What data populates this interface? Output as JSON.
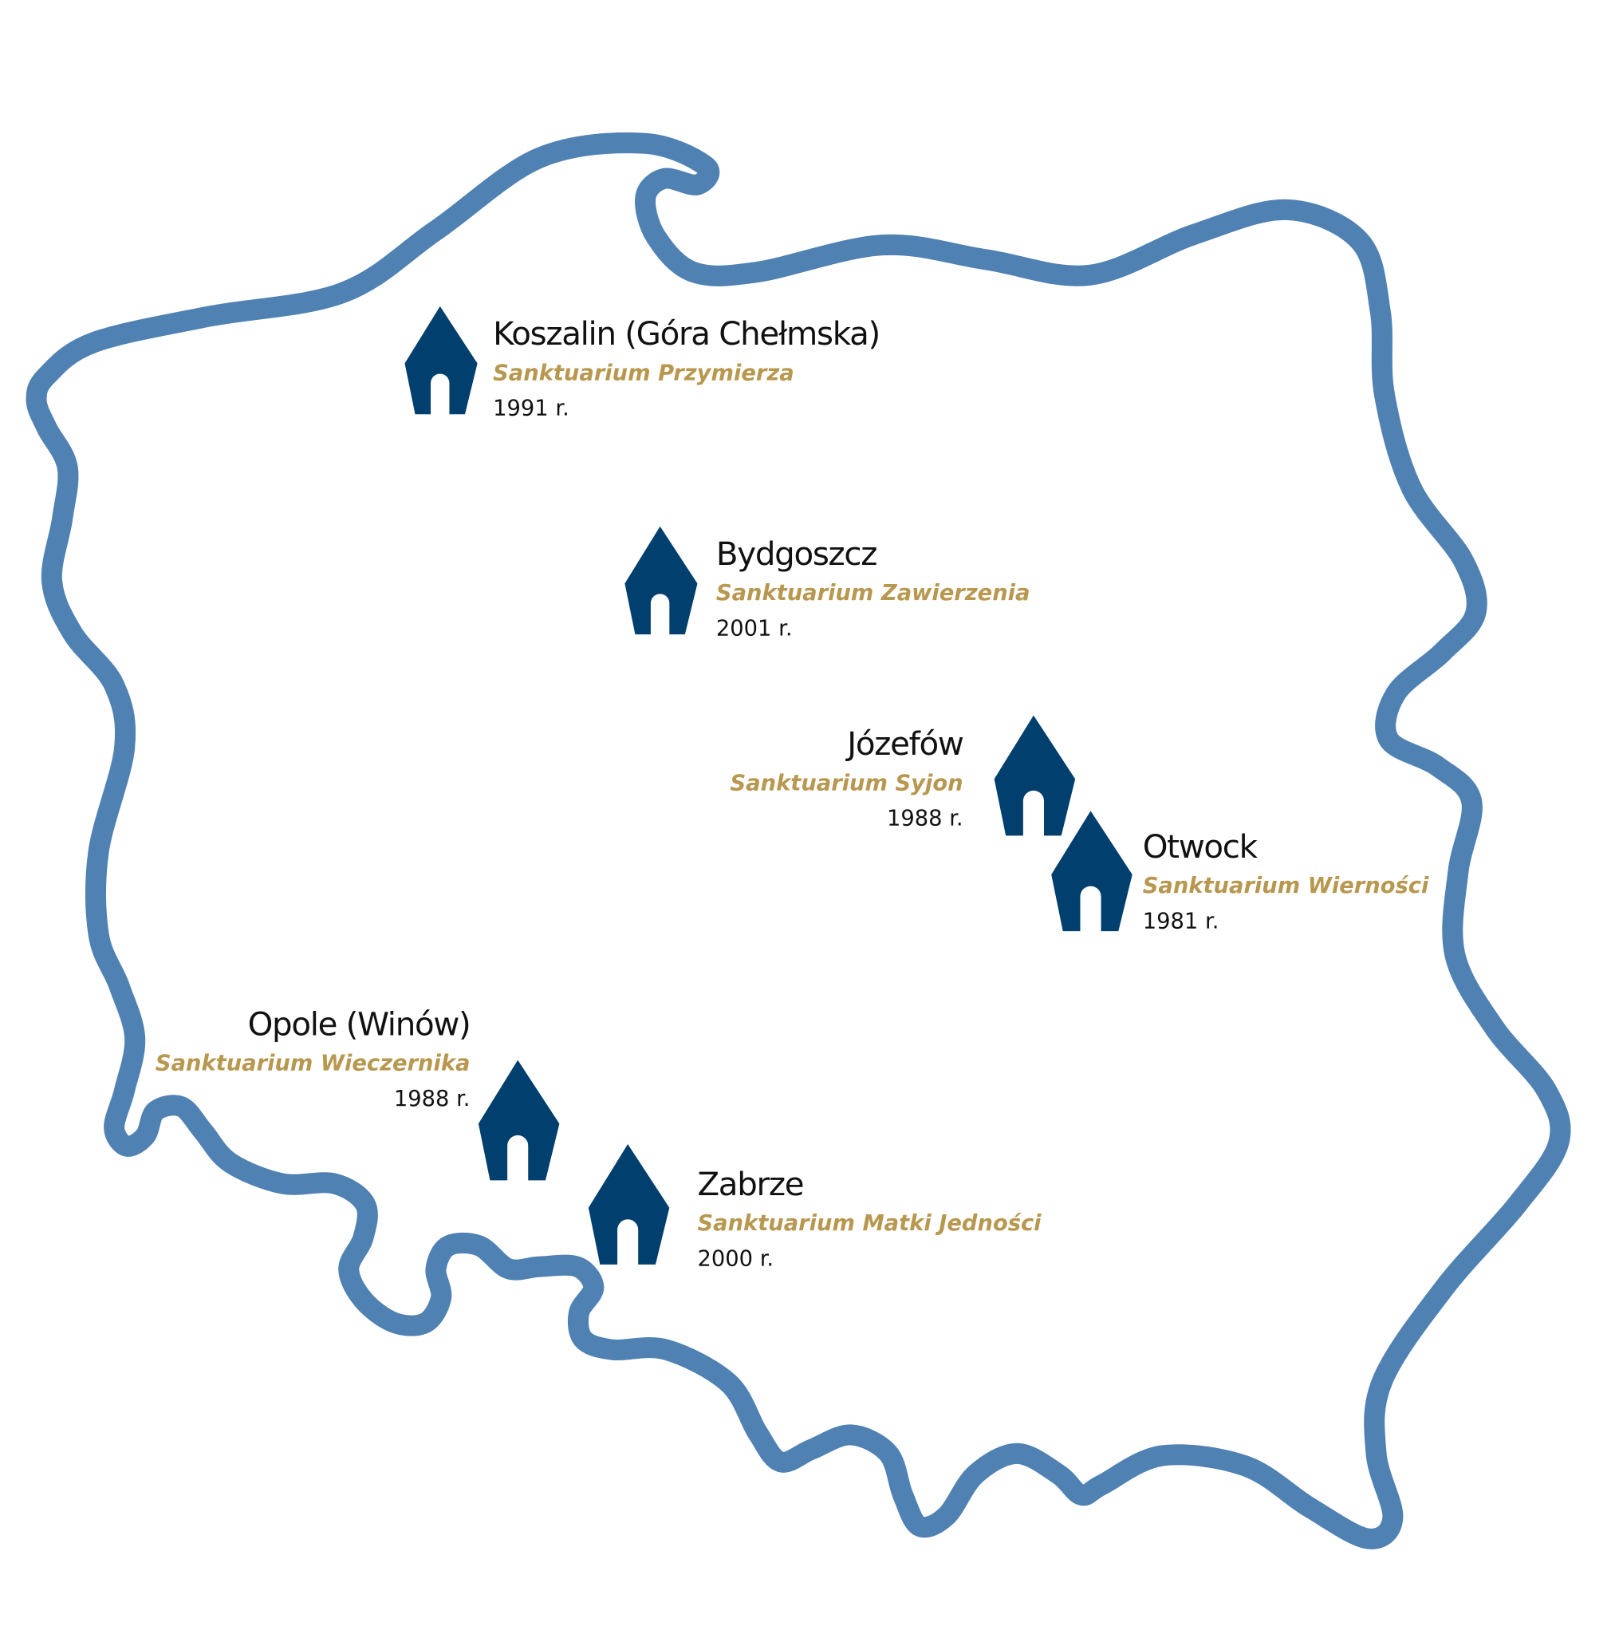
{
  "colors": {
    "outline": "#4f81b3",
    "icon": "#003f6e",
    "subtitle": "#b8974f",
    "text": "#111111"
  },
  "places": [
    {
      "city": "Koszalin (Góra Chełmska)",
      "sanctuary": "Sanktuarium Przymierza",
      "year": "1991 r.",
      "icon": "church-icon"
    },
    {
      "city": "Bydgoszcz",
      "sanctuary": "Sanktuarium Zawierzenia",
      "year": "2001 r.",
      "icon": "church-icon"
    },
    {
      "city": "Józefów",
      "sanctuary": "Sanktuarium Syjon",
      "year": "1988 r.",
      "icon": "church-icon"
    },
    {
      "city": "Otwock",
      "sanctuary": "Sanktuarium Wierności",
      "year": "1981 r.",
      "icon": "church-icon"
    },
    {
      "city": "Opole (Winów)",
      "sanctuary": "Sanktuarium Wieczernika",
      "year": "1988 r.",
      "icon": "church-icon"
    },
    {
      "city": "Zabrze",
      "sanctuary": "Sanktuarium Matki Jedności",
      "year": "2000 r.",
      "icon": "church-icon"
    }
  ]
}
